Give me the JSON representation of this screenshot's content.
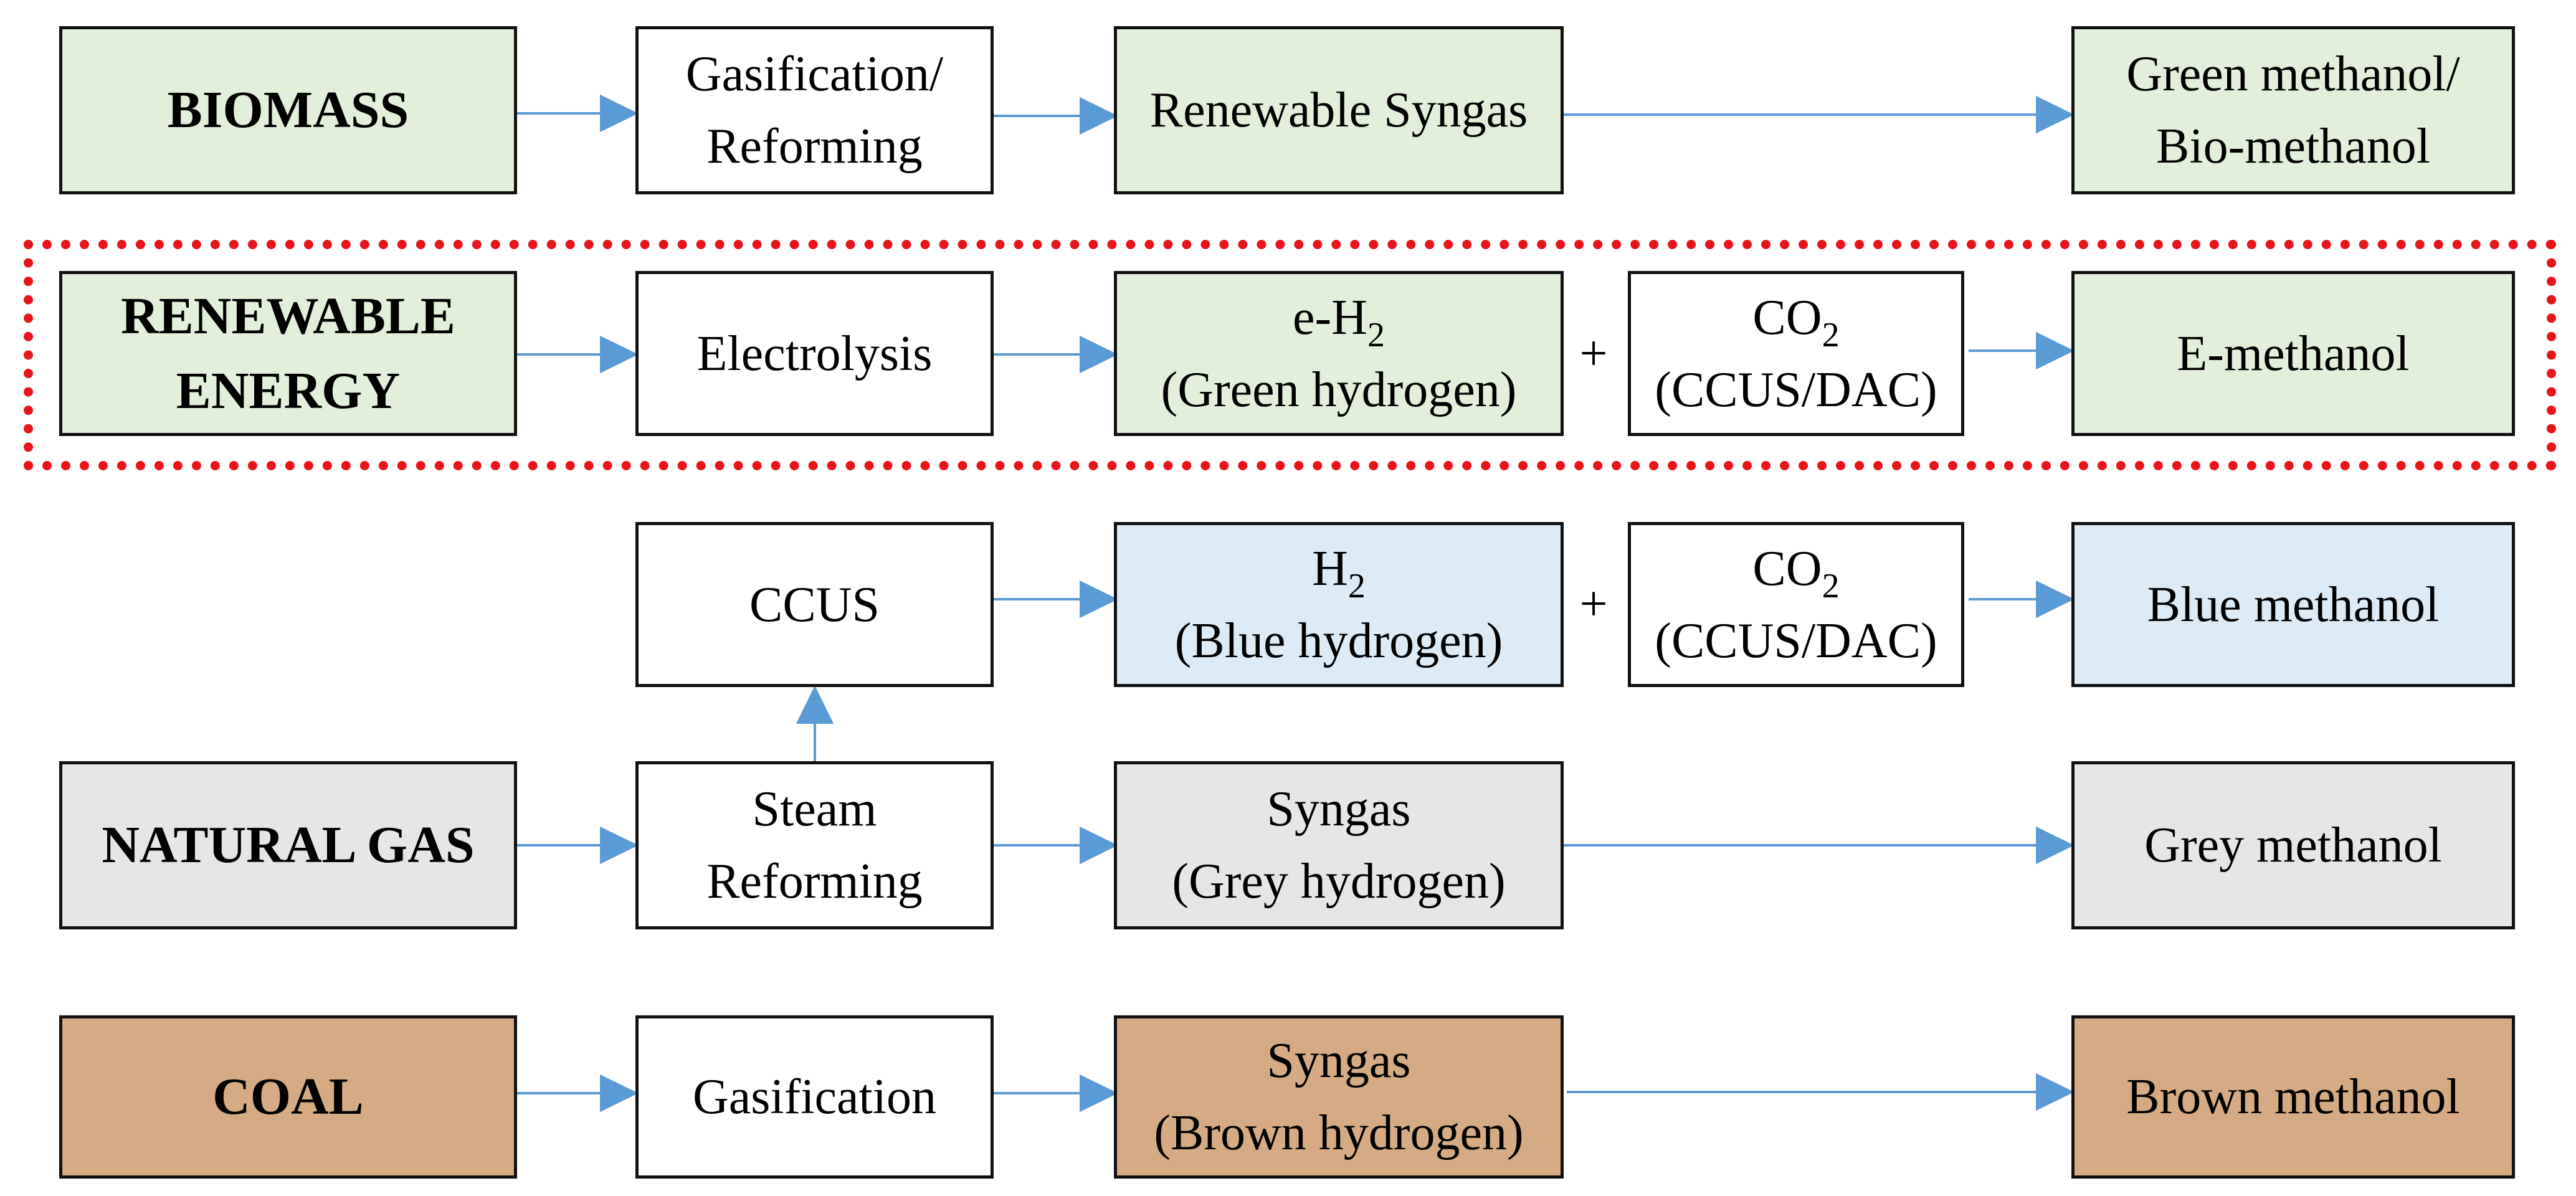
{
  "rows": {
    "biomass": {
      "source": [
        "BIOMASS"
      ],
      "process": [
        "Gasification/",
        "Reforming"
      ],
      "intermediate": [
        "Renewable Syngas"
      ],
      "product": [
        "Green methanol/",
        "Bio-methanol"
      ]
    },
    "renewable": {
      "source": [
        "RENEWABLE",
        "ENERGY"
      ],
      "process": [
        "Electrolysis"
      ],
      "h2": {
        "prefix": "e-H",
        "sub": "2",
        "note": "(Green hydrogen)"
      },
      "plus": "+",
      "co2": {
        "main": "CO",
        "sub": "2",
        "note": "(CCUS/DAC)"
      },
      "product": [
        "E-methanol"
      ]
    },
    "blue": {
      "process": [
        "CCUS"
      ],
      "h2": {
        "prefix": "H",
        "sub": "2",
        "note": "(Blue hydrogen)"
      },
      "plus": "+",
      "co2": {
        "main": "CO",
        "sub": "2",
        "note": "(CCUS/DAC)"
      },
      "product": [
        "Blue methanol"
      ]
    },
    "natural_gas": {
      "source": [
        "NATURAL GAS"
      ],
      "process": [
        "Steam",
        "Reforming"
      ],
      "intermediate": [
        "Syngas",
        "(Grey hydrogen)"
      ],
      "product": [
        "Grey methanol"
      ]
    },
    "coal": {
      "source": [
        "COAL"
      ],
      "process": [
        "Gasification"
      ],
      "intermediate": [
        "Syngas",
        "(Brown hydrogen)"
      ],
      "product": [
        "Brown methanol"
      ]
    }
  },
  "colors": {
    "green": "#e2efda",
    "blue": "#ddebf7",
    "grey": "#e7e6e6",
    "brown": "#d6ab83",
    "arrow": "#5b9bd5",
    "highlight_border": "#e8141b"
  }
}
